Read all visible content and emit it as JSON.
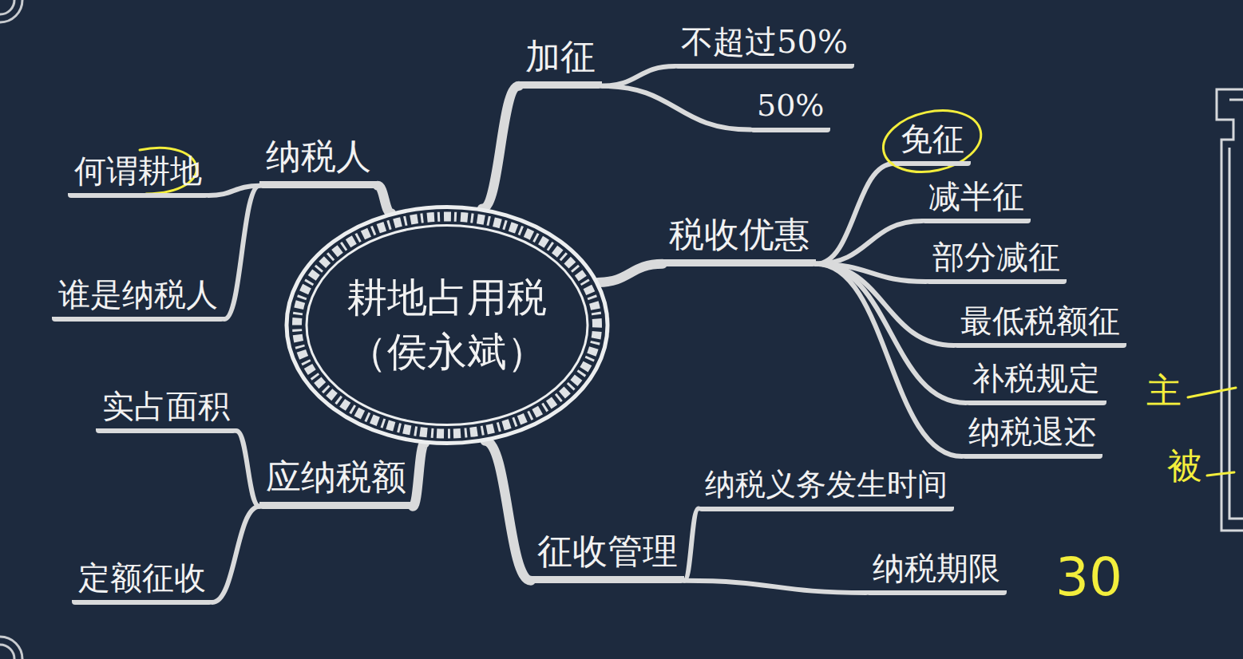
{
  "diagram": {
    "nodes": [
      {
        "text": [
          "耕地占用税 （侯永斌）"
        ]
      },
      {
        "text": [
          "纳税人"
        ]
      },
      {
        "text": [
          "何谓耕地"
        ]
      },
      {
        "text": [
          "谁是纳税人"
        ]
      },
      {
        "text": [
          "加征"
        ]
      },
      {
        "text": [
          "不超过50%"
        ]
      },
      {
        "text": [
          "50%"
        ]
      },
      {
        "text": [
          "税收优惠"
        ]
      },
      {
        "text": [
          "免征"
        ]
      },
      {
        "text": [
          "减半征"
        ]
      },
      {
        "text": [
          "部分减征"
        ]
      },
      {
        "text": [
          "最低税额征"
        ]
      },
      {
        "text": [
          "补税规定"
        ]
      },
      {
        "text": [
          "纳税退还"
        ]
      },
      {
        "text": [
          "征收管理"
        ]
      },
      {
        "text": [
          "纳税义务发生时间"
        ]
      },
      {
        "text": [
          "纳税期限"
        ]
      },
      {
        "text": [
          "应纳税额"
        ]
      },
      {
        "text": [
          "实占面积"
        ]
      },
      {
        "text": [
          "定额征收"
        ]
      }
    ],
    "edges": [
      {
        "from": 0,
        "to": 1,
        "arrow": "none"
      },
      {
        "from": 1,
        "to": 2,
        "arrow": "none"
      },
      {
        "from": 1,
        "to": 3,
        "arrow": "none"
      },
      {
        "from": 0,
        "to": 4,
        "arrow": "none"
      },
      {
        "from": 4,
        "to": 5,
        "arrow": "none"
      },
      {
        "from": 4,
        "to": 6,
        "arrow": "none"
      },
      {
        "from": 0,
        "to": 7,
        "arrow": "none"
      },
      {
        "from": 7,
        "to": 8,
        "arrow": "none"
      },
      {
        "from": 7,
        "to": 9,
        "arrow": "none"
      },
      {
        "from": 7,
        "to": 10,
        "arrow": "none"
      },
      {
        "from": 7,
        "to": 11,
        "arrow": "none"
      },
      {
        "from": 7,
        "to": 12,
        "arrow": "none"
      },
      {
        "from": 7,
        "to": 13,
        "arrow": "none"
      },
      {
        "from": 0,
        "to": 14,
        "arrow": "none"
      },
      {
        "from": 14,
        "to": 15,
        "arrow": "none"
      },
      {
        "from": 14,
        "to": 16,
        "arrow": "none"
      },
      {
        "from": 0,
        "to": 17,
        "arrow": "none"
      },
      {
        "from": 17,
        "to": 18,
        "arrow": "none"
      },
      {
        "from": 17,
        "to": 19,
        "arrow": "none"
      }
    ],
    "labels": [
      "30",
      "主",
      "被"
    ]
  }
}
